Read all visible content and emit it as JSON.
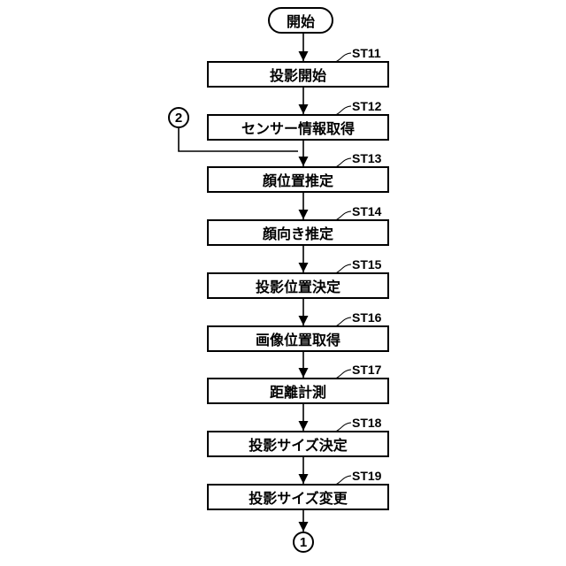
{
  "start": "開始",
  "steps": [
    {
      "id": "ST11",
      "label": "投影開始"
    },
    {
      "id": "ST12",
      "label": "センサー情報取得"
    },
    {
      "id": "ST13",
      "label": "顔位置推定"
    },
    {
      "id": "ST14",
      "label": "顔向き推定"
    },
    {
      "id": "ST15",
      "label": "投影位置決定"
    },
    {
      "id": "ST16",
      "label": "画像位置取得"
    },
    {
      "id": "ST17",
      "label": "距離計測"
    },
    {
      "id": "ST18",
      "label": "投影サイズ決定"
    },
    {
      "id": "ST19",
      "label": "投影サイズ変更"
    }
  ],
  "connectors": {
    "input": "2",
    "output": "1"
  }
}
